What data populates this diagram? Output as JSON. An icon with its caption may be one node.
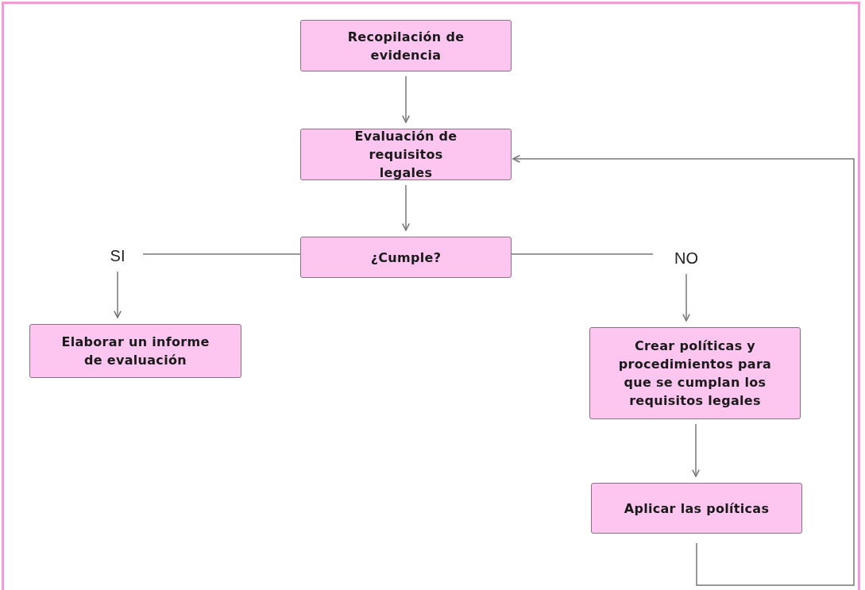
{
  "diagram": {
    "nodes": [
      {
        "text": [
          "Recopilación de evidencia"
        ]
      },
      {
        "text": [
          "Evaluación de requisitos legales"
        ]
      },
      {
        "text": [
          "¿Cumple?"
        ]
      },
      {
        "text": [
          "SI"
        ]
      },
      {
        "text": [
          "NO"
        ]
      },
      {
        "text": [
          "Elaborar un informe de evaluación"
        ]
      },
      {
        "text": [
          "Crear políticas y procedimientos para que se cumplan los requisitos legales"
        ]
      },
      {
        "text": [
          "Aplicar las políticas"
        ]
      }
    ],
    "edges": [
      {
        "from": 0,
        "to": 1,
        "arrow": "to"
      },
      {
        "from": 1,
        "to": 2,
        "arrow": "to"
      },
      {
        "from": 2,
        "to": 3,
        "arrow": "none"
      },
      {
        "from": 2,
        "to": 4,
        "arrow": "none"
      },
      {
        "from": 3,
        "to": 5,
        "arrow": "to"
      },
      {
        "from": 4,
        "to": 6,
        "arrow": "to"
      },
      {
        "from": 6,
        "to": 7,
        "arrow": "to"
      },
      {
        "from": 7,
        "to": 1,
        "arrow": "to"
      }
    ]
  }
}
